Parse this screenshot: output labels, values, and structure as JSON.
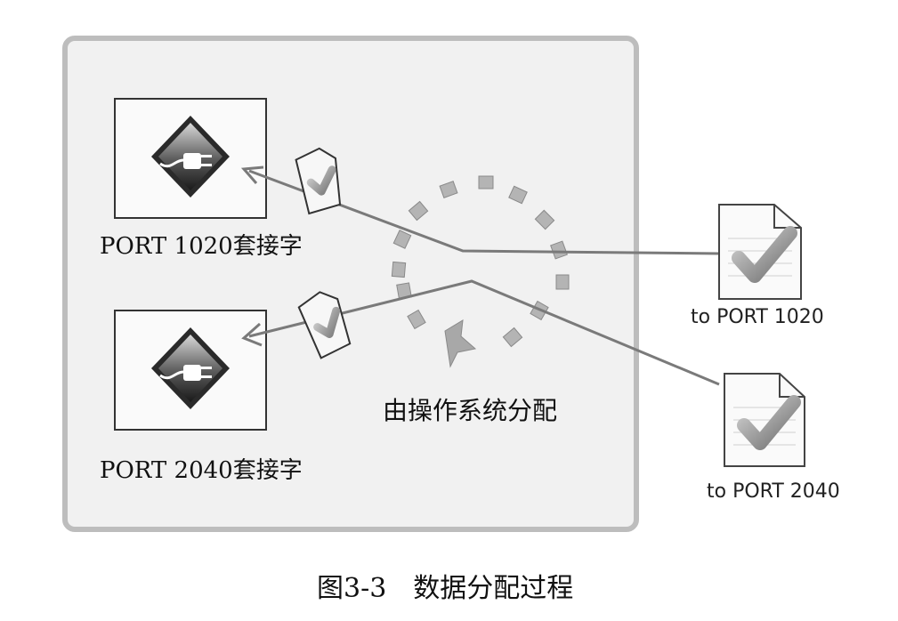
{
  "sockets": [
    {
      "label": "PORT 1020套接字"
    },
    {
      "label": "PORT 2040套接字"
    }
  ],
  "documents": [
    {
      "label": "to PORT 1020"
    },
    {
      "label": "to PORT 2040"
    }
  ],
  "os_label": "由操作系统分配",
  "caption": "图3-3　数据分配过程",
  "colors": {
    "panel_border": "#bdbdbd",
    "panel_fill": "#f1f1f1",
    "arrow": "#7a7a7a",
    "check": "#9a9a9a"
  }
}
